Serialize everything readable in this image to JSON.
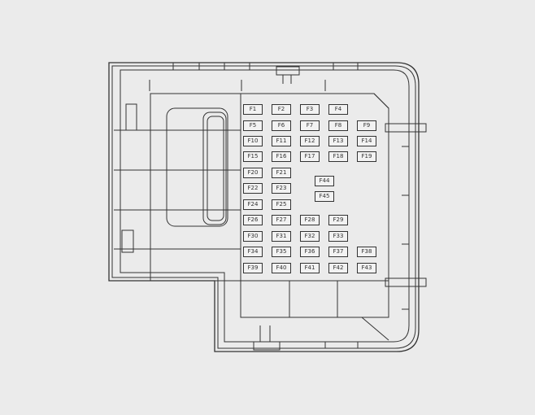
{
  "diagram": {
    "type": "fuse-box-layout",
    "fuses": [
      "F1",
      "F2",
      "F3",
      "F4",
      "F5",
      "F6",
      "F7",
      "F8",
      "F9",
      "F10",
      "F11",
      "F12",
      "F13",
      "F14",
      "F15",
      "F16",
      "F17",
      "F18",
      "F19",
      "F20",
      "F21",
      "F22",
      "F23",
      "F24",
      "F25",
      "F26",
      "F27",
      "F28",
      "F29",
      "F30",
      "F31",
      "F32",
      "F33",
      "F34",
      "F35",
      "F36",
      "F37",
      "F38",
      "F39",
      "F40",
      "F41",
      "F42",
      "F43",
      "F44",
      "F45"
    ]
  }
}
